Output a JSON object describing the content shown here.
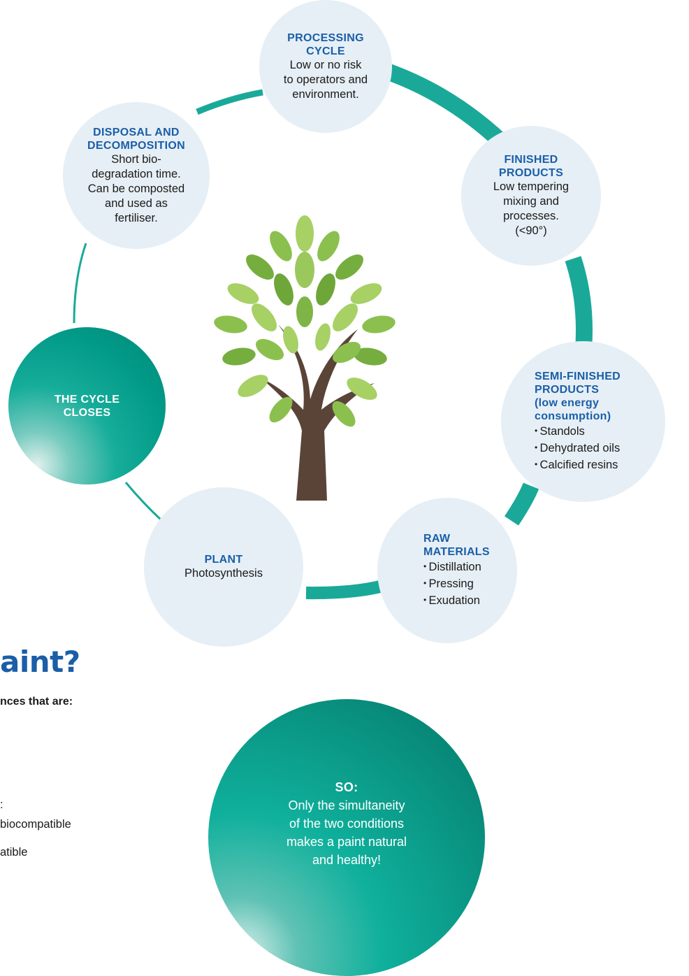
{
  "diagram": {
    "processing": {
      "title": "PROCESSING\nCYCLE",
      "description": "Low or no risk\nto operators and\nenvironment."
    },
    "finished": {
      "title": "FINISHED\nPRODUCTS",
      "description": "Low tempering\nmixing and\nprocesses.\n(<90°)"
    },
    "semi_finished": {
      "title": "SEMI-FINISHED\nPRODUCTS\n(low energy\nconsumption)",
      "items": [
        "Standols",
        "Dehydrated oils",
        "Calcified resins"
      ]
    },
    "raw_materials": {
      "title": "RAW\nMATERIALS",
      "items": [
        "Distillation",
        "Pressing",
        "Exudation"
      ]
    },
    "plant": {
      "title": "PLANT",
      "description": "Photosynthesis"
    },
    "cycle_closes": {
      "title": "THE CYCLE\nCLOSES"
    },
    "disposal": {
      "title": "DISPOSAL AND\nDECOMPOSITION",
      "description": "Short bio-\ndegradation time.\nCan be composted\nand used as\nfertiliser."
    }
  },
  "section": {
    "heading": "aint?",
    "intro": "nces that are:",
    "fragments": [
      ":",
      "biocompatible",
      "atible"
    ]
  },
  "conclusion": {
    "title": "SO:",
    "text": "Only the simultaneity\nof the two conditions\nmakes a paint natural\nand healthy!"
  },
  "colors": {
    "accent": "#0aa894",
    "title_blue": "#1a5ea8",
    "node_fill": "#e6eff5"
  },
  "icons": {
    "center_image": "tree-illustration"
  }
}
